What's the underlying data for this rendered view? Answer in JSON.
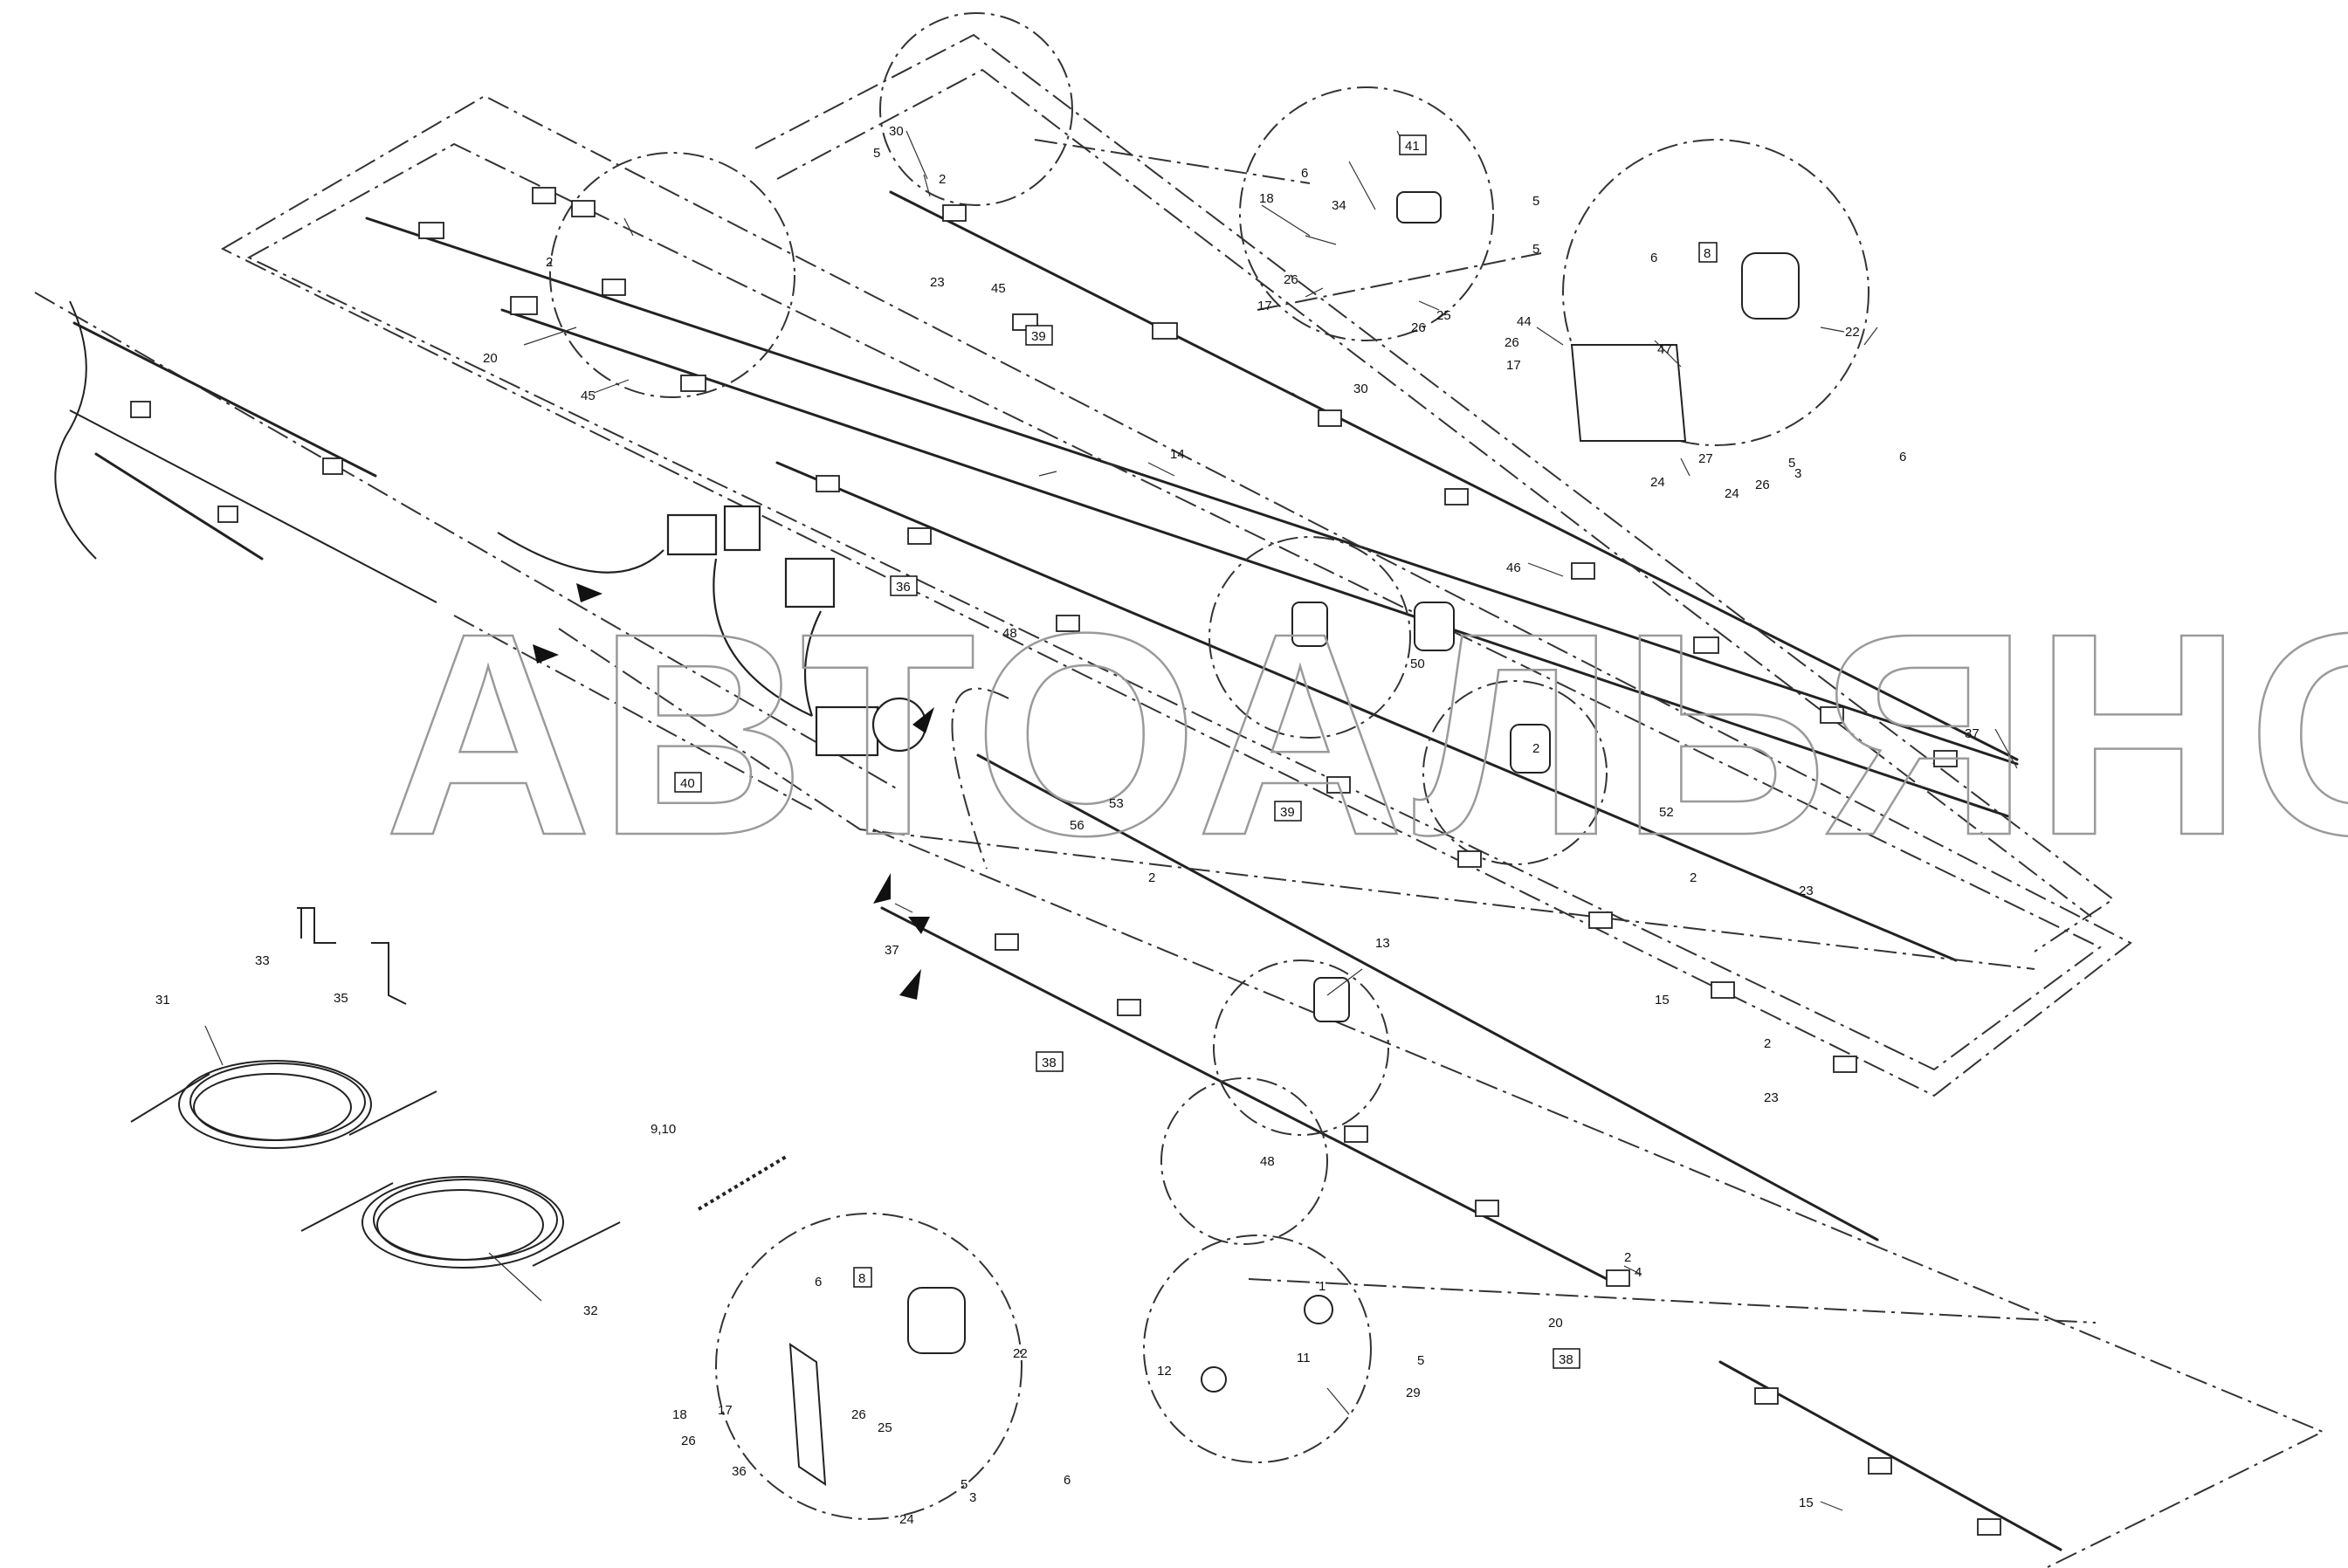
{
  "watermark": "АВТОАЛЬЯНС",
  "part_labels": [
    {
      "id": "p2a",
      "text": "2"
    },
    {
      "id": "p2b",
      "text": "2"
    },
    {
      "id": "p2c",
      "text": "2"
    },
    {
      "id": "p2d",
      "text": "2"
    },
    {
      "id": "p2e",
      "text": "2"
    },
    {
      "id": "p2f",
      "text": "2"
    },
    {
      "id": "p2g",
      "text": "2"
    },
    {
      "id": "p3a",
      "text": "3"
    },
    {
      "id": "p3b",
      "text": "3"
    },
    {
      "id": "p4a",
      "text": "4"
    },
    {
      "id": "p5a",
      "text": "5"
    },
    {
      "id": "p5b",
      "text": "5"
    },
    {
      "id": "p5c",
      "text": "5"
    },
    {
      "id": "p5d",
      "text": "5"
    },
    {
      "id": "p5e",
      "text": "5"
    },
    {
      "id": "p5f",
      "text": "5"
    },
    {
      "id": "p6a",
      "text": "6"
    },
    {
      "id": "p6b",
      "text": "6"
    },
    {
      "id": "p6c",
      "text": "6"
    },
    {
      "id": "p6d",
      "text": "6"
    },
    {
      "id": "p6e",
      "text": "6"
    },
    {
      "id": "p1a",
      "text": "1"
    },
    {
      "id": "p910",
      "text": "9,10"
    },
    {
      "id": "p11",
      "text": "11"
    },
    {
      "id": "p12",
      "text": "12"
    },
    {
      "id": "p13",
      "text": "13"
    },
    {
      "id": "p14",
      "text": "14"
    },
    {
      "id": "p15a",
      "text": "15"
    },
    {
      "id": "p15b",
      "text": "15"
    },
    {
      "id": "p17a",
      "text": "17"
    },
    {
      "id": "p17b",
      "text": "17"
    },
    {
      "id": "p17c",
      "text": "17"
    },
    {
      "id": "p18a",
      "text": "18"
    },
    {
      "id": "p18b",
      "text": "18"
    },
    {
      "id": "p20a",
      "text": "20"
    },
    {
      "id": "p20b",
      "text": "20"
    },
    {
      "id": "p22a",
      "text": "22"
    },
    {
      "id": "p22b",
      "text": "22"
    },
    {
      "id": "p23a",
      "text": "23"
    },
    {
      "id": "p23b",
      "text": "23"
    },
    {
      "id": "p23c",
      "text": "23"
    },
    {
      "id": "p24a",
      "text": "24"
    },
    {
      "id": "p24b",
      "text": "24"
    },
    {
      "id": "p24c",
      "text": "24"
    },
    {
      "id": "p25a",
      "text": "25"
    },
    {
      "id": "p25b",
      "text": "25"
    },
    {
      "id": "p26a",
      "text": "26"
    },
    {
      "id": "p26b",
      "text": "26"
    },
    {
      "id": "p26c",
      "text": "26"
    },
    {
      "id": "p26d",
      "text": "26"
    },
    {
      "id": "p26e",
      "text": "26"
    },
    {
      "id": "p26f",
      "text": "26"
    },
    {
      "id": "p27",
      "text": "27"
    },
    {
      "id": "p29",
      "text": "29"
    },
    {
      "id": "p30a",
      "text": "30"
    },
    {
      "id": "p30b",
      "text": "30"
    },
    {
      "id": "p31",
      "text": "31"
    },
    {
      "id": "p32",
      "text": "32"
    },
    {
      "id": "p33",
      "text": "33"
    },
    {
      "id": "p34",
      "text": "34"
    },
    {
      "id": "p35",
      "text": "35"
    },
    {
      "id": "p36",
      "text": "36"
    },
    {
      "id": "p37a",
      "text": "37"
    },
    {
      "id": "p37b",
      "text": "37"
    },
    {
      "id": "p44",
      "text": "44"
    },
    {
      "id": "p45a",
      "text": "45"
    },
    {
      "id": "p45b",
      "text": "45"
    },
    {
      "id": "p46",
      "text": "46"
    },
    {
      "id": "p47",
      "text": "47"
    },
    {
      "id": "p48a",
      "text": "48"
    },
    {
      "id": "p48b",
      "text": "48"
    },
    {
      "id": "p50",
      "text": "50"
    },
    {
      "id": "p52",
      "text": "52"
    },
    {
      "id": "p53",
      "text": "53"
    },
    {
      "id": "p56",
      "text": "56"
    }
  ],
  "boxed_labels": [
    {
      "id": "b8a",
      "text": "8"
    },
    {
      "id": "b8b",
      "text": "8"
    },
    {
      "id": "b36",
      "text": "36"
    },
    {
      "id": "b38a",
      "text": "38"
    },
    {
      "id": "b38b",
      "text": "38"
    },
    {
      "id": "b39a",
      "text": "39"
    },
    {
      "id": "b39b",
      "text": "39"
    },
    {
      "id": "b40",
      "text": "40"
    },
    {
      "id": "b41",
      "text": "41"
    }
  ]
}
